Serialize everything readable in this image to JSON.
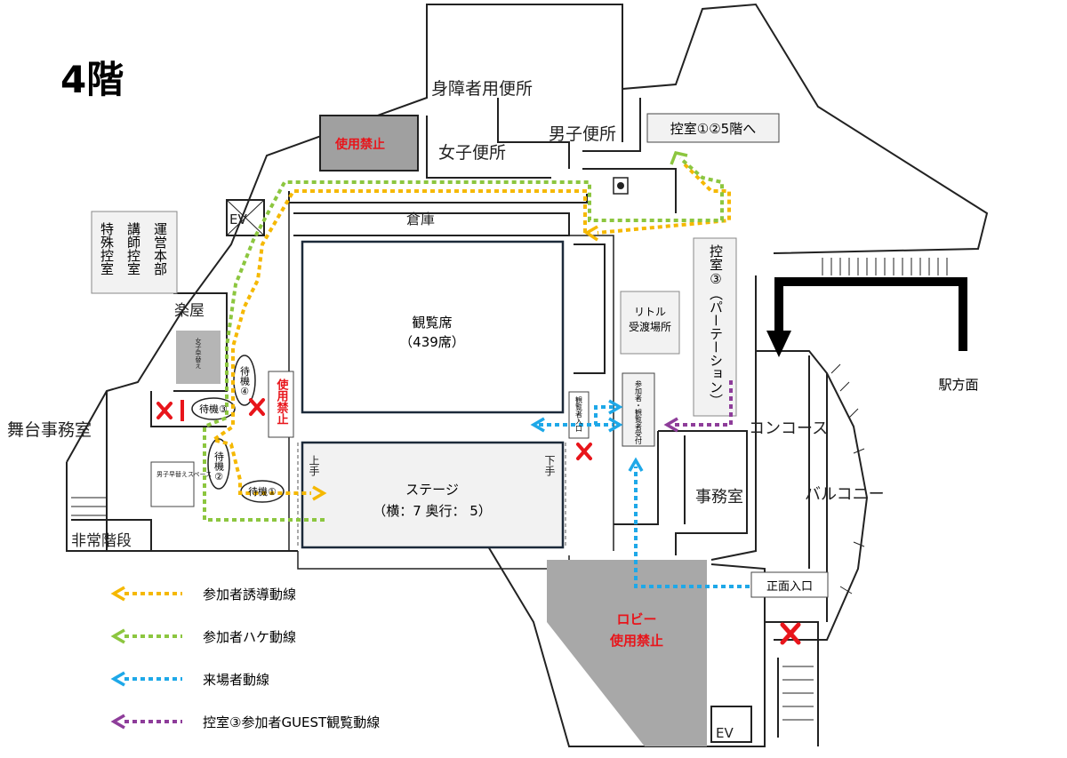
{
  "title": "4階",
  "rooms": {
    "accessible_toilet": "身障者用便所",
    "womens_toilet": "女子便所",
    "mens_toilet": "男子便所",
    "storage": "倉庫",
    "ev_top": "EV",
    "ev_bottom": "EV",
    "gakuya": "楽屋",
    "stage_office": "舞台事務室",
    "emergency_stairs": "非常階段",
    "office": "事務室",
    "concourse": "コンコース",
    "balcony": "バルコニー",
    "womens_changing": "女子早替え",
    "mens_changing": "男子早替えスペース"
  },
  "labels": {
    "unusable_top": "使用禁止",
    "unusable_side": "使用禁止",
    "seats_name": "観覧席",
    "seats_count": "（439席）",
    "stage_name": "ステージ",
    "stage_size": "（横：7 奥行： 5）",
    "kamite": "上手",
    "shimote": "下手",
    "hikae_12": "控室①②5階へ",
    "hikae_3": "控室③（パーテーション）",
    "waiting_1": "待機①",
    "waiting_2": "待機②",
    "waiting_3": "待機③",
    "waiting_4": "待機④",
    "hq_col1": "特殊控室",
    "hq_col2": "講師控室",
    "hq_col3": "運営本部",
    "little_1": "リトル",
    "little_2": "受渡場所",
    "participant_reception": "参加者・観覧者受付",
    "viewer_entrance": "観覧者入口",
    "main_entrance": "正面入口",
    "lobby_1": "ロビー",
    "lobby_2": "使用禁止",
    "station": "駅方面"
  },
  "legend": [
    {
      "label": "参加者誘導動線",
      "color": "#f5b800"
    },
    {
      "label": "参加者ハケ動線",
      "color": "#8cc63f"
    },
    {
      "label": "来場者動線",
      "color": "#1ea8e8"
    },
    {
      "label": "控室③参加者GUEST観覧動線",
      "color": "#8e3d9a"
    }
  ],
  "colors": {
    "unusable_red": "#e8151b",
    "cross_red": "#e8151b",
    "gray_fill": "#a0a0a0",
    "wall": "#222222"
  }
}
